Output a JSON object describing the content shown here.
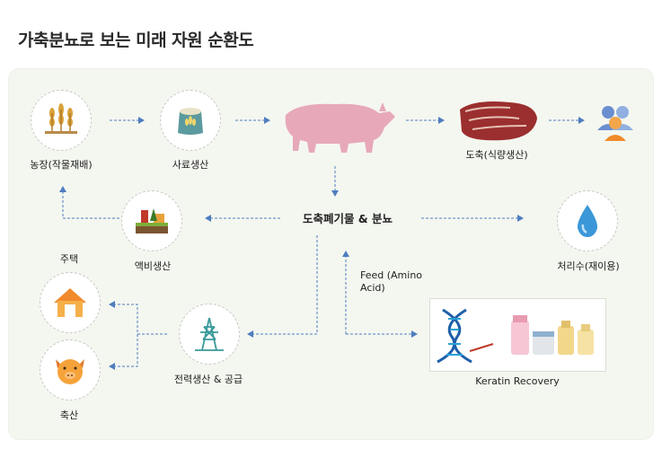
{
  "title": "가축분뇨로 보는 미래 자원 순환도",
  "nodes": {
    "farm": "농장(작물재배)",
    "feed_production": "사료생산",
    "slaughter_meat": "도축(식량생산)",
    "waste": "도축폐기물 & 분뇨",
    "fertilizer": "액비생산",
    "treated_water": "처리수(재이용)",
    "housing": "주택",
    "livestock": "축산",
    "power": "전력생산 & 공급",
    "keratin": "Keratin Recovery"
  },
  "feed_amino_label": "Feed (Amino\nAcid)",
  "colors": {
    "arrow": "#4f7dbf",
    "circle_border": "#c6c9c3",
    "panel_bg": "#f4f7f0",
    "pig": "#e7a9ba",
    "water": "#3b97d8"
  },
  "icons": {
    "farm": "wheat-icon",
    "feed_production": "feed-sack-icon",
    "pig": "pig-silhouette",
    "meat": "meat-icon",
    "people": "people-icon",
    "fertilizer": "fertilizer-field-icon",
    "treated_water": "water-drop-icon",
    "housing": "house-icon",
    "livestock": "pig-face-icon",
    "power": "power-tower-icon",
    "keratin": "dna-cosmetics-icon"
  }
}
